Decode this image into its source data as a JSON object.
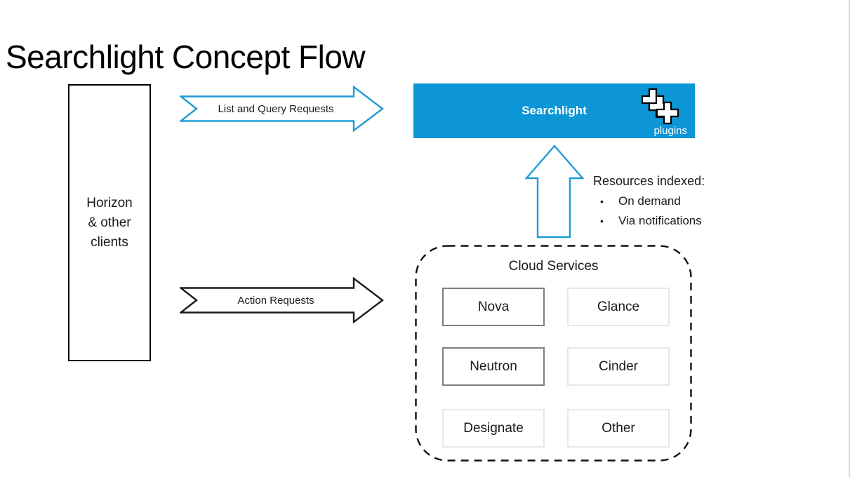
{
  "page": {
    "title": "Searchlight Concept Flow"
  },
  "clients_box": {
    "lines": [
      "Horizon",
      "& other",
      "clients"
    ]
  },
  "arrows": {
    "list_query": {
      "label": "List and Query Requests",
      "color": "#1f9bd8"
    },
    "action": {
      "label": "Action Requests",
      "color": "#1a1a1a"
    },
    "index_up": {
      "color": "#1f9bd8"
    }
  },
  "searchlight": {
    "label": "Searchlight",
    "plugins_label": "plugins",
    "fill": "#0c96d5"
  },
  "resources": {
    "heading": "Resources indexed:",
    "bullets": [
      "On demand",
      "Via notifications"
    ],
    "bullet_glyph": "•"
  },
  "cloud_services": {
    "title": "Cloud Services",
    "services": [
      {
        "name": "Nova",
        "emphasis": true
      },
      {
        "name": "Glance",
        "emphasis": false
      },
      {
        "name": "Neutron",
        "emphasis": true
      },
      {
        "name": "Cinder",
        "emphasis": false
      },
      {
        "name": "Designate",
        "emphasis": false
      },
      {
        "name": "Other",
        "emphasis": false
      }
    ]
  },
  "colors": {
    "accent_blue": "#0c96d5",
    "arrow_blue": "#1f9bd8",
    "emphasis_border": "#7f7f7f",
    "light_border": "#e7e7e7",
    "dashed_border": "#111111"
  }
}
